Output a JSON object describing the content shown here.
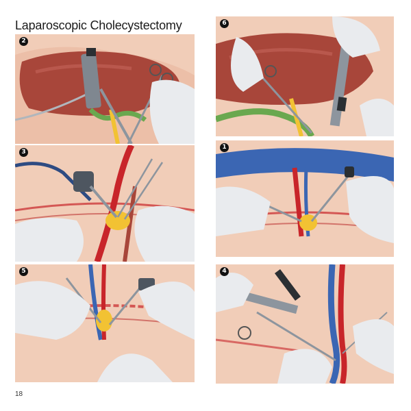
{
  "title": "Laparoscopic Cholecystectomy",
  "page_number": "18",
  "panels": [
    {
      "id": "p2",
      "step": "2"
    },
    {
      "id": "p6",
      "step": "6"
    },
    {
      "id": "p3",
      "step": "3"
    },
    {
      "id": "p1",
      "step": "1"
    },
    {
      "id": "p5",
      "step": "5"
    },
    {
      "id": "p4",
      "step": "4"
    }
  ],
  "colors": {
    "tissue": "#f1cdb8",
    "liver": "#a8463a",
    "gallbladder": "#f2c233",
    "artery": "#c8252a",
    "vein": "#3b66b3",
    "bile_duct": "#6aa84f",
    "glove": "#e9ebee",
    "instrument": "#9aa3ac"
  }
}
